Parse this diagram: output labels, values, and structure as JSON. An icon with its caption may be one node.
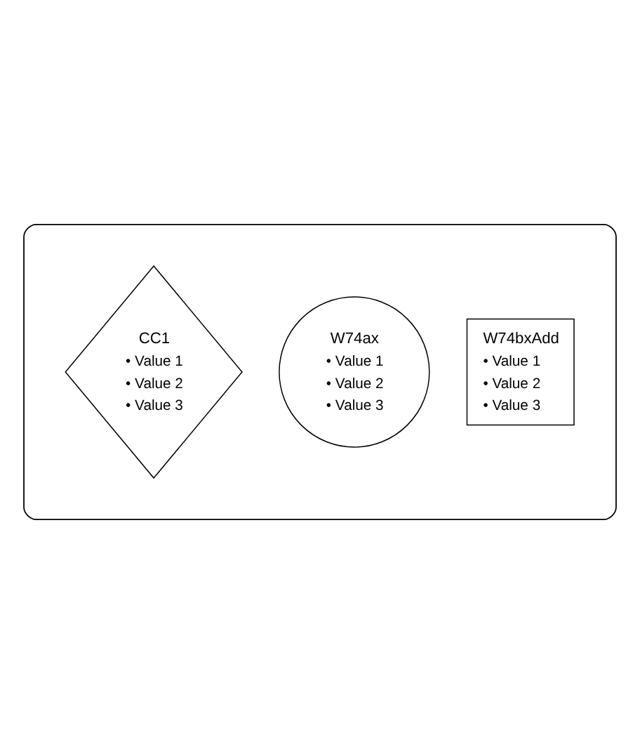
{
  "diagram": {
    "nodes": [
      {
        "text": [],
        "shape": "ellipse"
      },
      {
        "text": [
          "CC1",
          "• Value 1",
          "• Value 2",
          "• Value 3"
        ],
        "in": 0
      },
      {
        "text": [
          "W74ax",
          "• Value 1",
          "• Value 2",
          "• Value 3"
        ],
        "in": 0
      },
      {
        "text": [
          "W74bxAdd",
          "• Value 1",
          "• Value 2",
          "• Value 3"
        ],
        "in": 0
      }
    ],
    "edges": []
  }
}
